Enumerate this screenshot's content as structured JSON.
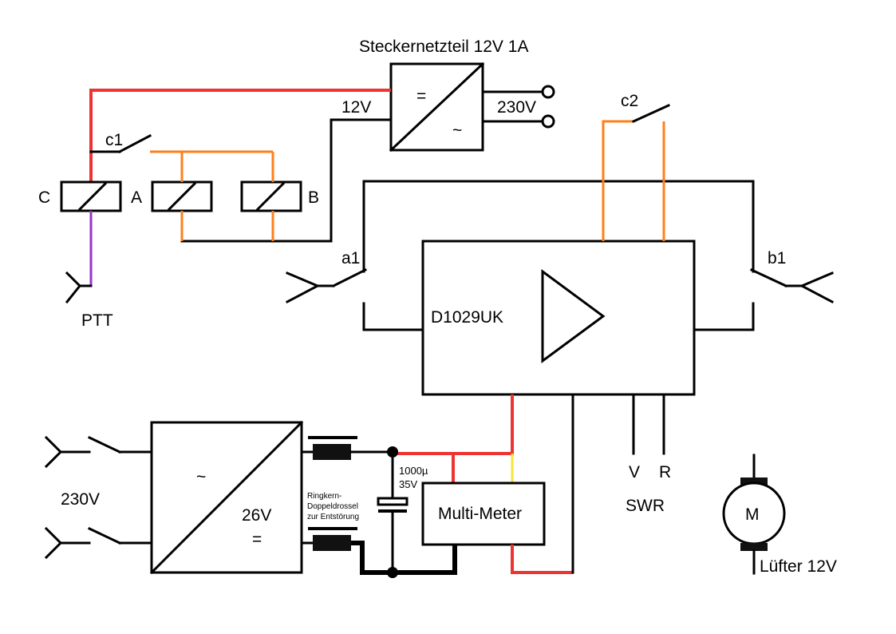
{
  "labels": {
    "wallwart": "Steckernetzteil 12V 1A",
    "v12": "12V",
    "ac230_top": "230V",
    "eq": "=",
    "tilde": "~",
    "c1": "c1",
    "c2": "c2",
    "relay_c": "C",
    "relay_a": "A",
    "relay_b": "B",
    "a1": "a1",
    "b1": "b1",
    "ptt": "PTT",
    "amp": "D1029UK",
    "ac230_left": "230V",
    "psu_tilde": "~",
    "psu_v": "26V",
    "psu_eq": "=",
    "choke_1": "Ringkern-",
    "choke_2": "Doppeldrossel",
    "choke_3": "zur Entstörung",
    "cap_1": "1000µ",
    "cap_2": "35V",
    "meter": "Multi-Meter",
    "v": "V",
    "r": "R",
    "swr": "SWR",
    "motor": "M",
    "fan": "Lüfter 12V"
  },
  "colors": {
    "wire": "#000000",
    "positive": "#ee3333",
    "relay_coil": "#ff7f1a",
    "ptt_line": "#9932cc",
    "meter_lead": "#f5e63a"
  }
}
